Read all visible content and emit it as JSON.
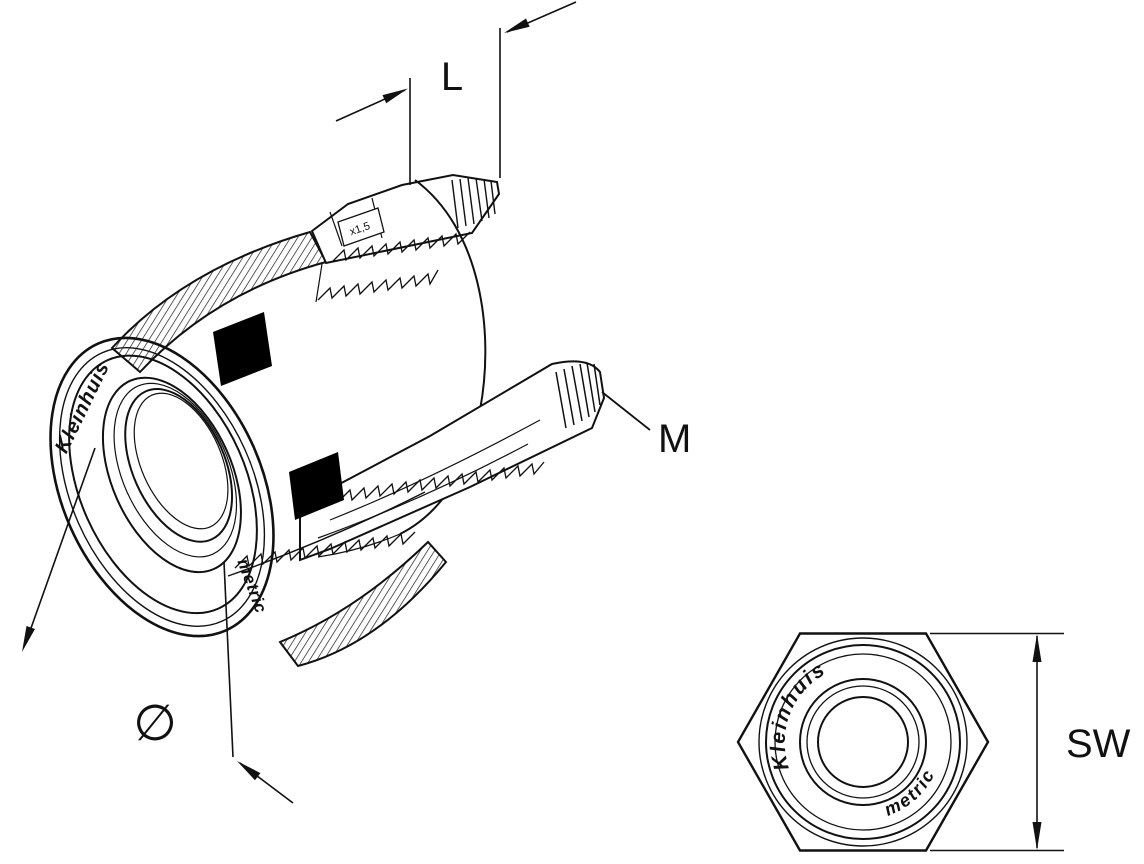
{
  "drawing": {
    "labels": {
      "length": "L",
      "thread": "M",
      "diameter": "∅",
      "width_across_flats": "SW"
    },
    "perspective_view": {
      "brand": "Kleinhuis",
      "collar_text": "metric",
      "stamp": "x1,5"
    },
    "front_view": {
      "brand": "Kleinhuis",
      "collar_text": "metric"
    },
    "colors": {
      "line": "#111111",
      "background": "#ffffff",
      "clamp_mark": "#000000"
    }
  }
}
